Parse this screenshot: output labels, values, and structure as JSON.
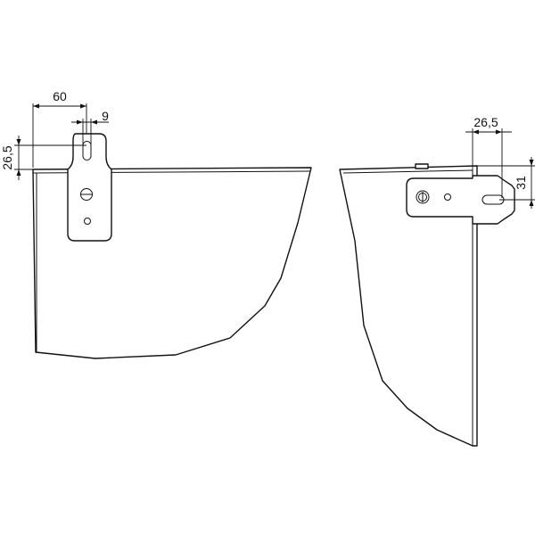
{
  "dimensions": {
    "front_width": "60",
    "front_slot": "9",
    "front_height": "26,5",
    "side_width": "26,5",
    "side_height": "31"
  },
  "colors": {
    "line": "#111111",
    "background": "#ffffff"
  },
  "icons": {
    "screw": "slotted-screw-icon",
    "hole": "round-hole-icon"
  }
}
